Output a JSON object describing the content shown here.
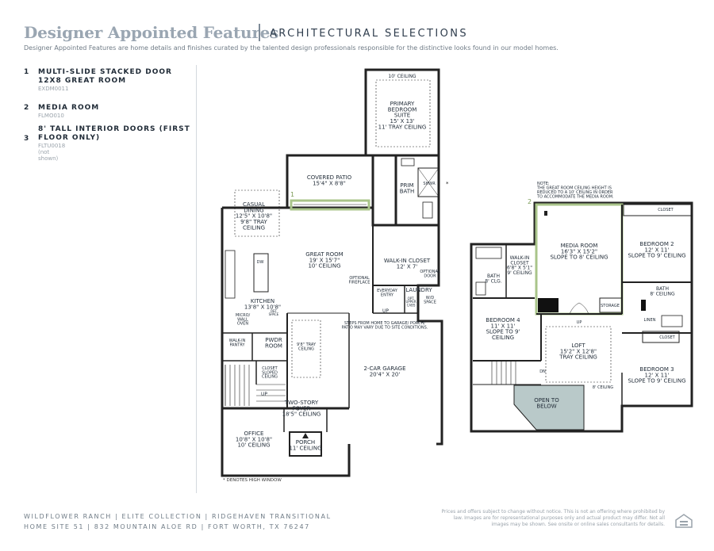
{
  "header": {
    "title": "Designer Appointed Features",
    "subtitle": "ARCHITECTURAL SELECTIONS",
    "description": "Designer Appointed Features are home details and finishes curated by the talented design professionals responsible for the distinctive looks found in our model homes."
  },
  "features": [
    {
      "num": "1",
      "title": "MULTI-SLIDE STACKED DOOR 12X8 GREAT ROOM",
      "code": "EXDM0011"
    },
    {
      "num": "2",
      "title": "MEDIA ROOM",
      "code": "FLMO010"
    },
    {
      "num": "3",
      "title": "8' TALL INTERIOR DOORS (FIRST FLOOR ONLY)",
      "code": "FLTU0018 (not shown)"
    }
  ],
  "plan1": {
    "labels": [
      {
        "name": "primary-suite",
        "lines": [
          "10' CEILING"
        ],
        "size": 6
      },
      {
        "name": "primary-suite-title",
        "lines": [
          "PRIMARY",
          "BEDROOM",
          "SUITE",
          "15' X 13'",
          "11' TRAY CEILING"
        ],
        "size": 7
      },
      {
        "name": "covered-patio",
        "lines": [
          "COVERED PATIO",
          "15'4\" X 8'8\""
        ],
        "size": 7
      },
      {
        "name": "prim-bath",
        "lines": [
          "PRIM",
          "BATH"
        ],
        "size": 7
      },
      {
        "name": "shower",
        "lines": [
          "SHWR"
        ],
        "size": 5
      },
      {
        "name": "casual-dining",
        "lines": [
          "CASUAL",
          "DINING",
          "12'5\" X 10'8\"",
          "9'8\" TRAY",
          "CEILING"
        ],
        "size": 7
      },
      {
        "name": "great-room",
        "lines": [
          "GREAT ROOM",
          "19' X 15'7\"",
          "10' CEILING"
        ],
        "size": 7
      },
      {
        "name": "walk-in-closet",
        "lines": [
          "WALK-IN CLOSET",
          "12' X 7'"
        ],
        "size": 7
      },
      {
        "name": "optional-door",
        "lines": [
          "OPTIONAL",
          "DOOR"
        ],
        "size": 5
      },
      {
        "name": "optional-fireplace",
        "lines": [
          "OPTIONAL",
          "FIREPLACE"
        ],
        "size": 5
      },
      {
        "name": "everyday-entry",
        "lines": [
          "EVERYDAY",
          "ENTRY"
        ],
        "size": 5
      },
      {
        "name": "laundry",
        "lines": [
          "LAUNDRY"
        ],
        "size": 7
      },
      {
        "name": "opt-upper-cabs",
        "lines": [
          "OPT.",
          "UPPER",
          "CABS"
        ],
        "size": 4
      },
      {
        "name": "wd-space",
        "lines": [
          "W/D",
          "SPACE"
        ],
        "size": 5
      },
      {
        "name": "dw",
        "lines": [
          "DW"
        ],
        "size": 5
      },
      {
        "name": "kitchen",
        "lines": [
          "KITCHEN",
          "13'8\" X 10'8\""
        ],
        "size": 7
      },
      {
        "name": "micro-wall-oven",
        "lines": [
          "MICRO/",
          "WALL",
          "OVEN"
        ],
        "size": 5
      },
      {
        "name": "ref-space",
        "lines": [
          "REF",
          "SPACE"
        ],
        "size": 4
      },
      {
        "name": "garage-note",
        "lines": [
          "STEPS FROM HOME TO GARAGE/ PORCH/",
          "PATIO MAY VARY DUE TO SITE CONDITIONS."
        ],
        "size": 5
      },
      {
        "name": "walk-in-pantry",
        "lines": [
          "WALK-IN",
          "PANTRY"
        ],
        "size": 5
      },
      {
        "name": "pwdr-room",
        "lines": [
          "PWDR",
          "ROOM"
        ],
        "size": 7
      },
      {
        "name": "foyer-tray",
        "lines": [
          "9'8\" TRAY",
          "CEILING"
        ],
        "size": 5
      },
      {
        "name": "closet-sloped",
        "lines": [
          "CLOSET",
          "SLOPED",
          "CEILING"
        ],
        "size": 5
      },
      {
        "name": "garage",
        "lines": [
          "2-CAR GARAGE",
          "20'4\" X 20'"
        ],
        "size": 7
      },
      {
        "name": "two-story-foyer",
        "lines": [
          "TWO-STORY",
          "FOYER",
          "18'5\" CEILING"
        ],
        "size": 7
      },
      {
        "name": "office",
        "lines": [
          "OFFICE",
          "10'8\" X 10'8\"",
          "10' CEILING"
        ],
        "size": 7
      },
      {
        "name": "porch",
        "lines": [
          "PORCH",
          "11' CEILING"
        ],
        "size": 7
      }
    ],
    "up_label_1": "UP",
    "up_label_2": "UP",
    "marker": "1",
    "star": "*",
    "high_window_note": "* DENOTES HIGH WINDOW"
  },
  "plan2": {
    "note": [
      "NOTE:",
      "THE GREAT ROOM CEILING HEIGHT IS",
      "REDUCED TO A 10' CEILING IN ORDER",
      "TO ACCOMMODATE THE MEDIA ROOM."
    ],
    "marker": "2",
    "labels": [
      {
        "name": "media-room",
        "lines": [
          "MEDIA ROOM",
          "16'3\" X 15'2\"",
          "SLOPE TO 8' CEILING"
        ],
        "size": 7
      },
      {
        "name": "closet-top",
        "lines": [
          "CLOSET"
        ],
        "size": 5
      },
      {
        "name": "bedroom-2",
        "lines": [
          "BEDROOM 2",
          "12' X 11'",
          "SLOPE TO 9' CEILING"
        ],
        "size": 7
      },
      {
        "name": "walk-in-closet-2",
        "lines": [
          "WALK-IN",
          "CLOSET",
          "6'8\" X 5'1\"",
          "9' CEILING"
        ],
        "size": 6
      },
      {
        "name": "bath-left",
        "lines": [
          "BATH",
          "8' CLG."
        ],
        "size": 6
      },
      {
        "name": "bath-right",
        "lines": [
          "BATH",
          "8' CEILING"
        ],
        "size": 6
      },
      {
        "name": "storage",
        "lines": [
          "STORAGE"
        ],
        "size": 5
      },
      {
        "name": "linen",
        "lines": [
          "LINEN"
        ],
        "size": 5
      },
      {
        "name": "closet-mid",
        "lines": [
          "CLOSET"
        ],
        "size": 5
      },
      {
        "name": "up",
        "lines": [
          "UP"
        ],
        "size": 5
      },
      {
        "name": "bedroom-4",
        "lines": [
          "BEDROOM 4",
          "11' X 11'",
          "SLOPE TO 9'",
          "CEILING"
        ],
        "size": 7
      },
      {
        "name": "loft",
        "lines": [
          "LOFT",
          "15'2\" X 12'8\"",
          "TRAY CEILING"
        ],
        "size": 7
      },
      {
        "name": "bedroom-3",
        "lines": [
          "BEDROOM 3",
          "12' X 11'",
          "SLOPE TO 9' CEILING"
        ],
        "size": 7
      },
      {
        "name": "dn",
        "lines": [
          "DN"
        ],
        "size": 5
      },
      {
        "name": "8-ceiling",
        "lines": [
          "8' CEILING"
        ],
        "size": 5
      },
      {
        "name": "open-to-below",
        "lines": [
          "OPEN TO",
          "BELOW"
        ],
        "size": 7
      }
    ]
  },
  "footer": {
    "line1": "WILDFLOWER RANCH  |  ELITE COLLECTION  |  RIDGEHAVEN TRANSITIONAL",
    "line2": "HOME SITE 51  |  832 MOUNTAIN ALOE RD  |  FORT WORTH, TX 76247",
    "disclaimer": "Prices and offers subject to change without notice. This is not an offering where prohibited by law. Images are for representational purposes only and actual product may differ. Not all images may be shown. See onsite or online sales consultants for details."
  },
  "colors": {
    "accent_green": "#a9c48a",
    "title_gray": "#9aa6b2",
    "open_to_below": "#b9c9c9"
  }
}
